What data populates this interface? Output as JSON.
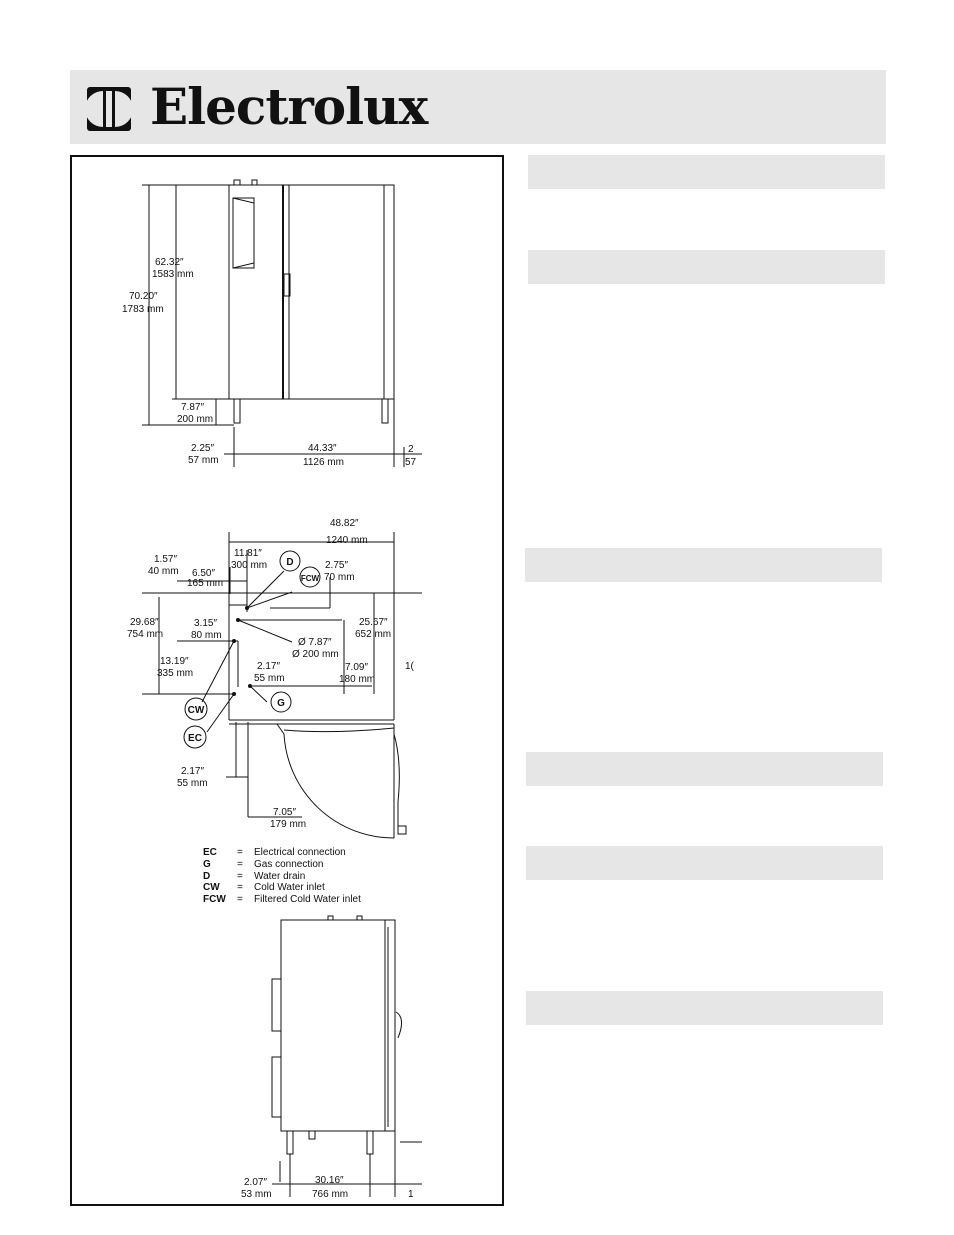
{
  "brand": {
    "name": "Electrolux",
    "logo_icon": "electrolux-logo-icon"
  },
  "front_view": {
    "height_total": {
      "in": "70.20″",
      "mm": "1783 mm"
    },
    "height_door": {
      "in": "62.32″",
      "mm": "1583 mm"
    },
    "leg_height": {
      "in": "7.87″",
      "mm": "200 mm"
    },
    "leg_offset": {
      "in": "2.25″",
      "mm": "57 mm"
    },
    "width_body": {
      "in": "44.33″",
      "mm": "1126 mm"
    },
    "cut_right_in": "2",
    "cut_right_mm": "57"
  },
  "top_view": {
    "width_total": {
      "in": "48.82″",
      "mm": "1240 mm"
    },
    "d_x": {
      "in": "11.81″",
      "mm": "300 mm"
    },
    "fcw_x": {
      "in": "2.75″",
      "mm": "70 mm"
    },
    "edge_offset": {
      "in": "1.57″",
      "mm": "40 mm"
    },
    "d_offset": {
      "in": "6.50″",
      "mm": "165 mm"
    },
    "depth_total": {
      "in": "29.68″",
      "mm": "754 mm"
    },
    "depth_right": {
      "in": "25.67″",
      "mm": "652 mm"
    },
    "drain_y": {
      "in": "3.15″",
      "mm": "80 mm"
    },
    "drain_dia": {
      "in": "Ø 7.87″",
      "mm": "Ø 200 mm"
    },
    "cw_y": {
      "in": "13.19″",
      "mm": "335 mm"
    },
    "g_x": {
      "in": "2.17″",
      "mm": "55 mm"
    },
    "g_right": {
      "in": "7.09″",
      "mm": "180 mm"
    },
    "bottom_off": {
      "in": "2.17″",
      "mm": "55 mm"
    },
    "door_swing": {
      "in": "7.05″",
      "mm": "179 mm"
    },
    "cut_right": "1(",
    "callouts": {
      "d": "D",
      "fcw": "FCW",
      "g": "G",
      "cw": "CW",
      "ec": "EC"
    }
  },
  "legend": [
    {
      "code": "EC",
      "eq": "=",
      "desc": "Electrical connection"
    },
    {
      "code": "G",
      "eq": "=",
      "desc": "Gas connection"
    },
    {
      "code": "D",
      "eq": "=",
      "desc": "Water drain"
    },
    {
      "code": "CW",
      "eq": "=",
      "desc": "Cold Water inlet"
    },
    {
      "code": "FCW",
      "eq": "=",
      "desc": "Filtered Cold Water inlet"
    }
  ],
  "side_view": {
    "leg_offset": {
      "in": "2.07″",
      "mm": "53 mm"
    },
    "depth_body": {
      "in": "30.16″",
      "mm": "766 mm"
    },
    "cut_right": "1"
  }
}
